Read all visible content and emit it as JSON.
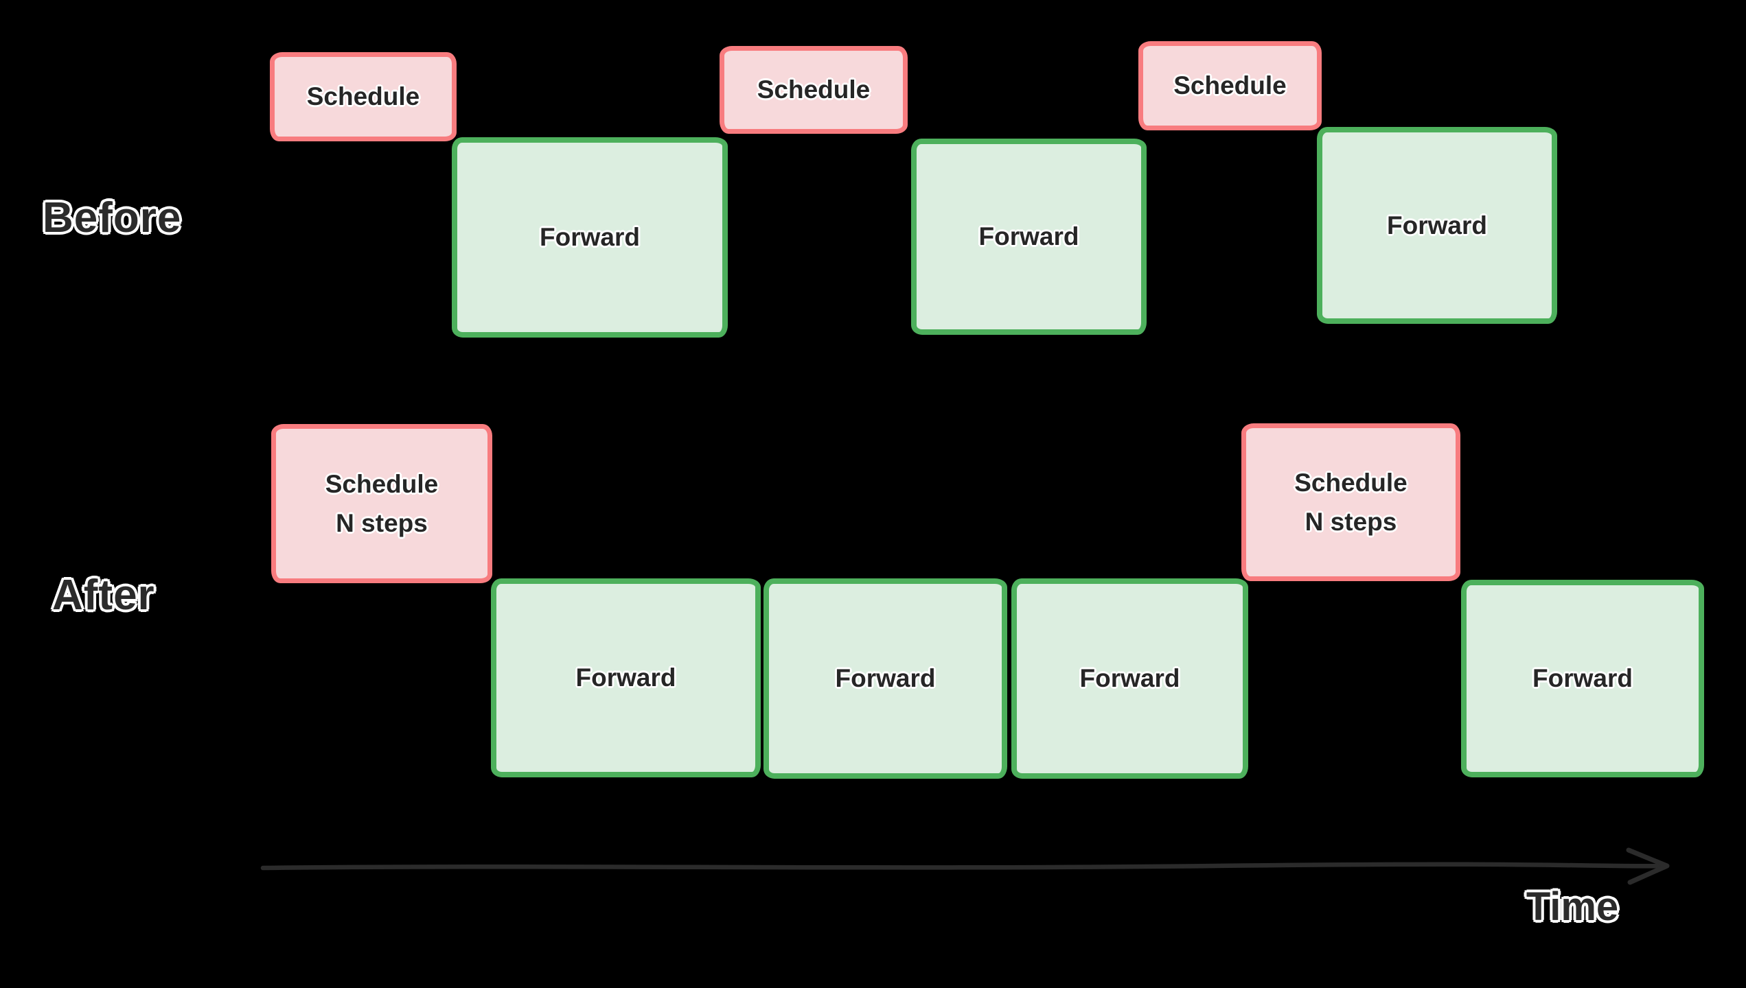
{
  "diagram": {
    "background": "#000000",
    "rows": [
      {
        "label": "Before",
        "boxes": [
          {
            "type": "schedule",
            "label": "Schedule"
          },
          {
            "type": "forward",
            "label": "Forward"
          },
          {
            "type": "schedule",
            "label": "Schedule"
          },
          {
            "type": "forward",
            "label": "Forward"
          },
          {
            "type": "schedule",
            "label": "Schedule"
          },
          {
            "type": "forward",
            "label": "Forward"
          }
        ]
      },
      {
        "label": "After",
        "boxes": [
          {
            "type": "schedule",
            "label": "Schedule\nN steps"
          },
          {
            "type": "forward",
            "label": "Forward"
          },
          {
            "type": "forward",
            "label": "Forward"
          },
          {
            "type": "forward",
            "label": "Forward"
          },
          {
            "type": "schedule",
            "label": "Schedule\nN steps"
          },
          {
            "type": "forward",
            "label": "Forward"
          }
        ]
      }
    ],
    "axis_label": "Time",
    "colors": {
      "background": "#000000",
      "schedule_fill": "#f7d9db",
      "schedule_border": "#f87c7f",
      "forward_fill": "#dceee0",
      "forward_border": "#4db05c",
      "label_text": "#2b2b2b",
      "box_text": "#262626",
      "outline": "#ffffff",
      "arrow": "#2b2b2b"
    }
  }
}
